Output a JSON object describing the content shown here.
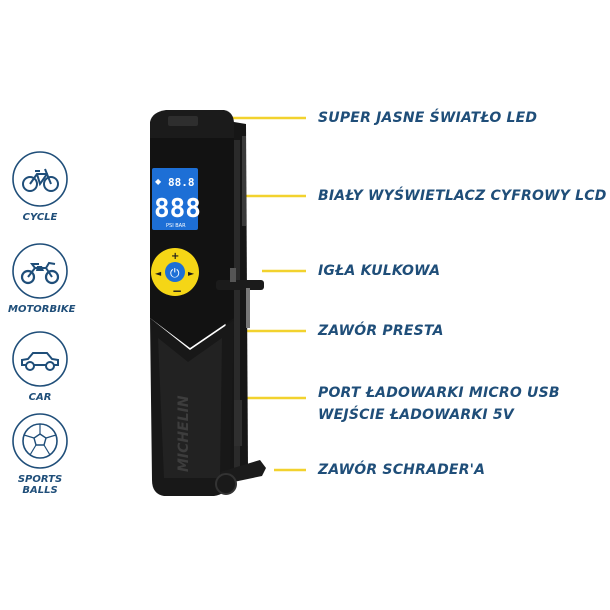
{
  "uses": [
    {
      "label": "CYCLE",
      "icon": "bicycle-icon"
    },
    {
      "label": "MOTORBIKE",
      "icon": "motorbike-icon"
    },
    {
      "label": "CAR",
      "icon": "car-icon"
    },
    {
      "label": "SPORTS BALLS",
      "icon": "ball-icon"
    }
  ],
  "features": [
    {
      "lines": [
        "SUPER JASNE ŚWIATŁO LED"
      ]
    },
    {
      "lines": [
        "BIAŁY WYŚWIETLACZ CYFROWY LCD"
      ]
    },
    {
      "lines": [
        "IGŁA KULKOWA"
      ]
    },
    {
      "lines": [
        "ZAWÓR PRESTA"
      ]
    },
    {
      "lines": [
        "PORT ŁADOWARKI MICRO USB",
        "WEJŚCIE ŁADOWARKI 5V"
      ]
    },
    {
      "lines": [
        "ZAWÓR SCHRADER'A"
      ]
    }
  ],
  "display": {
    "small_value": "88.8",
    "large_value": "888",
    "units": "PSI  BAR"
  },
  "brand": "MICHELIN",
  "colors": {
    "label_blue": "#1f4e79",
    "callout_yellow": "#f2d22e",
    "button_yellow": "#f5d616",
    "lcd_blue": "#1d6fd6"
  }
}
